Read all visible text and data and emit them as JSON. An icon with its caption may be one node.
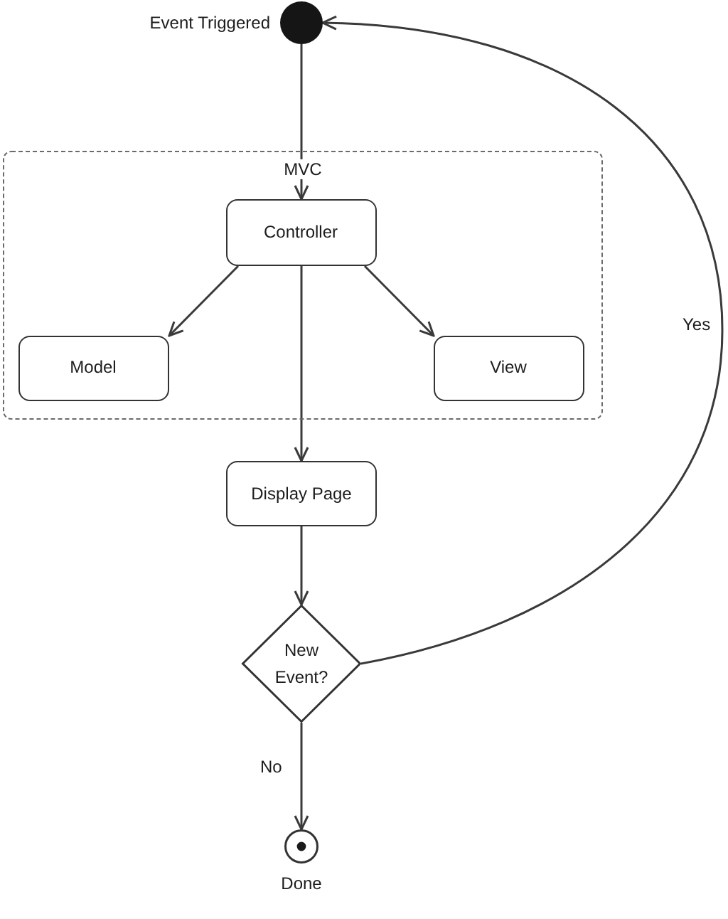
{
  "diagram": {
    "nodes": [
      {
        "text": [],
        "shape": "circle",
        "beside": [
          "Event Triggered"
        ]
      },
      {
        "text": [
          "MVC"
        ]
      },
      {
        "text": [
          "Controller"
        ],
        "in": 1
      },
      {
        "text": [
          "Model"
        ],
        "in": 1
      },
      {
        "text": [
          "View"
        ],
        "in": 1
      },
      {
        "text": [
          "Display Page"
        ]
      },
      {
        "text": [
          "New Event?"
        ]
      },
      {
        "text": [],
        "shape": "circle",
        "beside": [
          "Done"
        ]
      }
    ],
    "edges": [
      {
        "from": 0,
        "to": 2,
        "arrow": "to"
      },
      {
        "from": 2,
        "to": 3,
        "arrow": "to"
      },
      {
        "from": 2,
        "to": 4,
        "arrow": "to"
      },
      {
        "from": 2,
        "to": 5,
        "arrow": "to"
      },
      {
        "from": 5,
        "to": 6,
        "arrow": "to"
      },
      {
        "from": 6,
        "to": 7,
        "arrow": "to",
        "label": "No"
      },
      {
        "from": 6,
        "to": 0,
        "arrow": "to",
        "label": "Yes"
      }
    ]
  }
}
